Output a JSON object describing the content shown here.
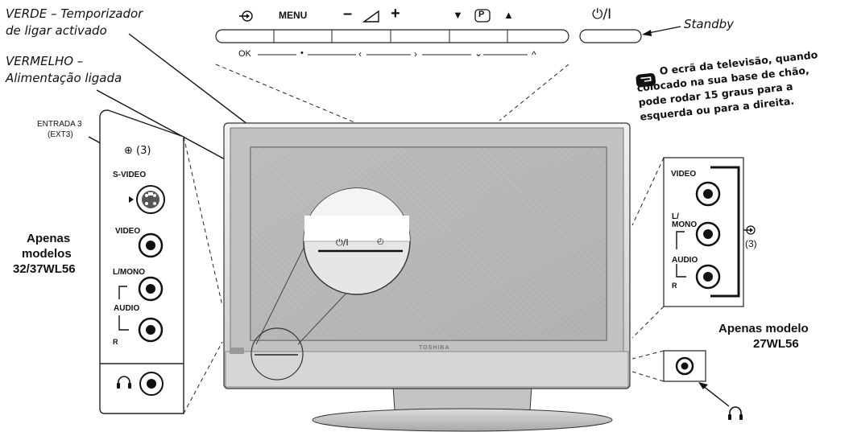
{
  "top_panel": {
    "buttons": [
      {
        "label": "⊕",
        "name": "input"
      },
      {
        "label": "MENU",
        "name": "menu"
      },
      {
        "label": "–",
        "name": "volume-down"
      },
      {
        "label": "+",
        "name": "volume-up"
      },
      {
        "label": "▼",
        "name": "program-down"
      },
      {
        "label": "P",
        "name": "program"
      },
      {
        "label": "▲",
        "name": "program-up"
      }
    ],
    "standby_label": "⏻/I",
    "secondary_labels": [
      "OK",
      "•",
      "‹",
      "›",
      "⌄",
      "^"
    ]
  },
  "callouts": {
    "green_line1": "VERDE – Temporizador",
    "green_line2": "de ligar activado",
    "red_line1": "VERMELHO –",
    "red_line2": "Alimentação ligada",
    "standby": "Standby"
  },
  "note": {
    "line1": "O ecrã da televisão, quando",
    "line2": "colocado na sua base de chão,",
    "line3": "pode rodar 15 graus para a",
    "line4": "esquerda ou para a direita."
  },
  "left_panel": {
    "input_label_line1": "ENTRADA 3",
    "input_label_line2": "(EXT3)",
    "input_symbol": "⊕ (3)",
    "svideo": "S-VIDEO",
    "video": "VIDEO",
    "lmono": "L/MONO",
    "audio": "AUDIO",
    "r": "R",
    "headphone_icon": "headphones-icon"
  },
  "left_caption": {
    "line1": "Apenas",
    "line2": "modelos",
    "line3": "32/37WL56"
  },
  "right_panel": {
    "video": "VIDEO",
    "l": "L/",
    "mono": "MONO",
    "audio": "AUDIO",
    "r": "R",
    "input_number": "(3)"
  },
  "right_caption": {
    "line1": "Apenas modelo",
    "line2": "27WL56"
  },
  "tv": {
    "brand": "TOSHIBA",
    "indicator_power": "⏻/I",
    "indicator_timer": "◴"
  }
}
